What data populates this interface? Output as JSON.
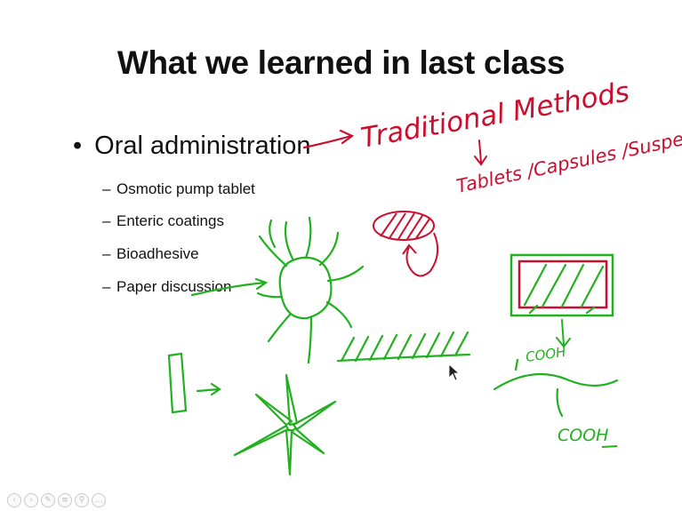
{
  "slide": {
    "title": "What we learned in last class",
    "bullet": {
      "marker": "•",
      "text": "Oral administration",
      "subitems": [
        {
          "dash": "–",
          "text": "Osmotic pump tablet"
        },
        {
          "dash": "–",
          "text": "Enteric coatings"
        },
        {
          "dash": "–",
          "text": "Bioadhesive"
        },
        {
          "dash": "–",
          "text": "Paper discussion"
        }
      ]
    }
  },
  "annotations": {
    "handwritten_red": {
      "line1": "Traditional Methods",
      "line2": "Tablets /Capsules /Suspension"
    },
    "handwritten_green": {
      "label_upper": "COOH",
      "label_lower": "COOH"
    },
    "colors": {
      "red_ink": "#c8102e",
      "green_ink": "#22b020"
    }
  },
  "toolbar": {
    "buttons": [
      {
        "icon": "prev-icon",
        "glyph": "‹"
      },
      {
        "icon": "next-icon",
        "glyph": "›"
      },
      {
        "icon": "pen-icon",
        "glyph": "✎"
      },
      {
        "icon": "menu-icon",
        "glyph": "≡"
      },
      {
        "icon": "zoom-icon",
        "glyph": "⚲"
      },
      {
        "icon": "more-icon",
        "glyph": "…"
      }
    ]
  }
}
